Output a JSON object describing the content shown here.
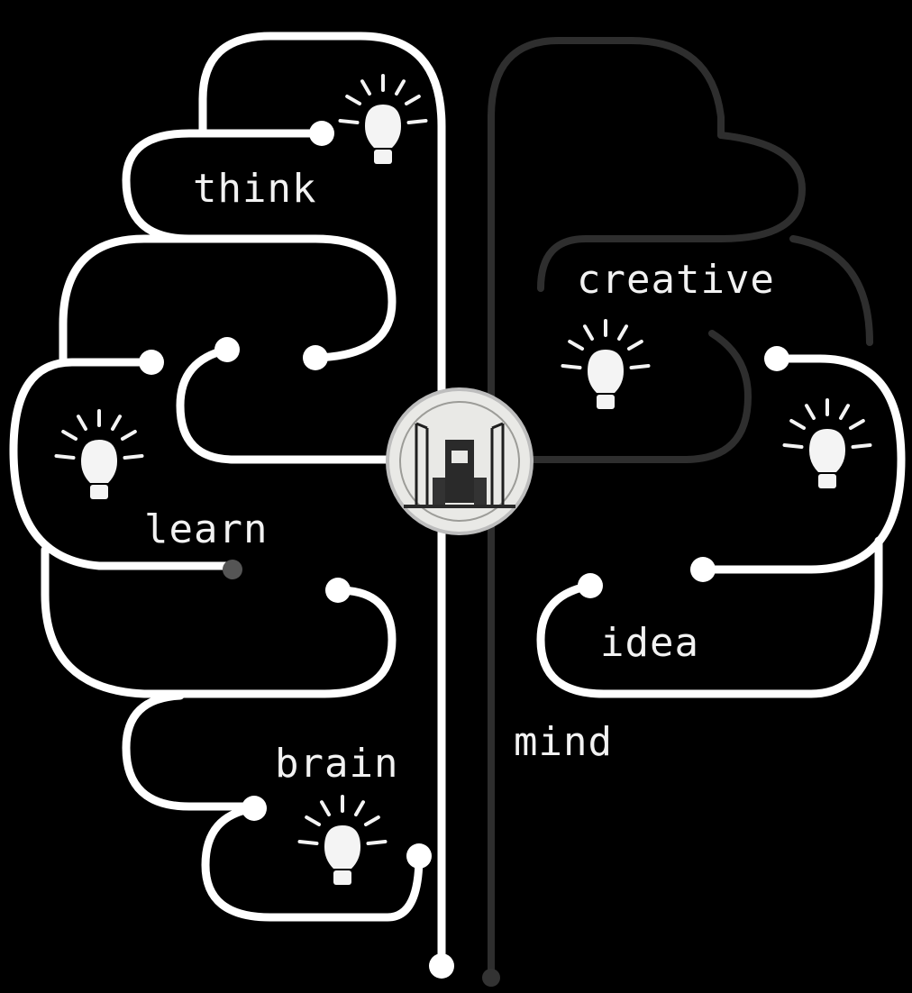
{
  "words": {
    "think": "think",
    "creative": "creative",
    "learn": "learn",
    "idea": "idea",
    "brain": "brain",
    "mind": "mind"
  },
  "colors": {
    "background": "#000000",
    "line_white": "#ffffff",
    "line_gray": "#3a3a3a"
  },
  "icons": [
    "lightbulb-icon",
    "building-emblem-icon"
  ]
}
